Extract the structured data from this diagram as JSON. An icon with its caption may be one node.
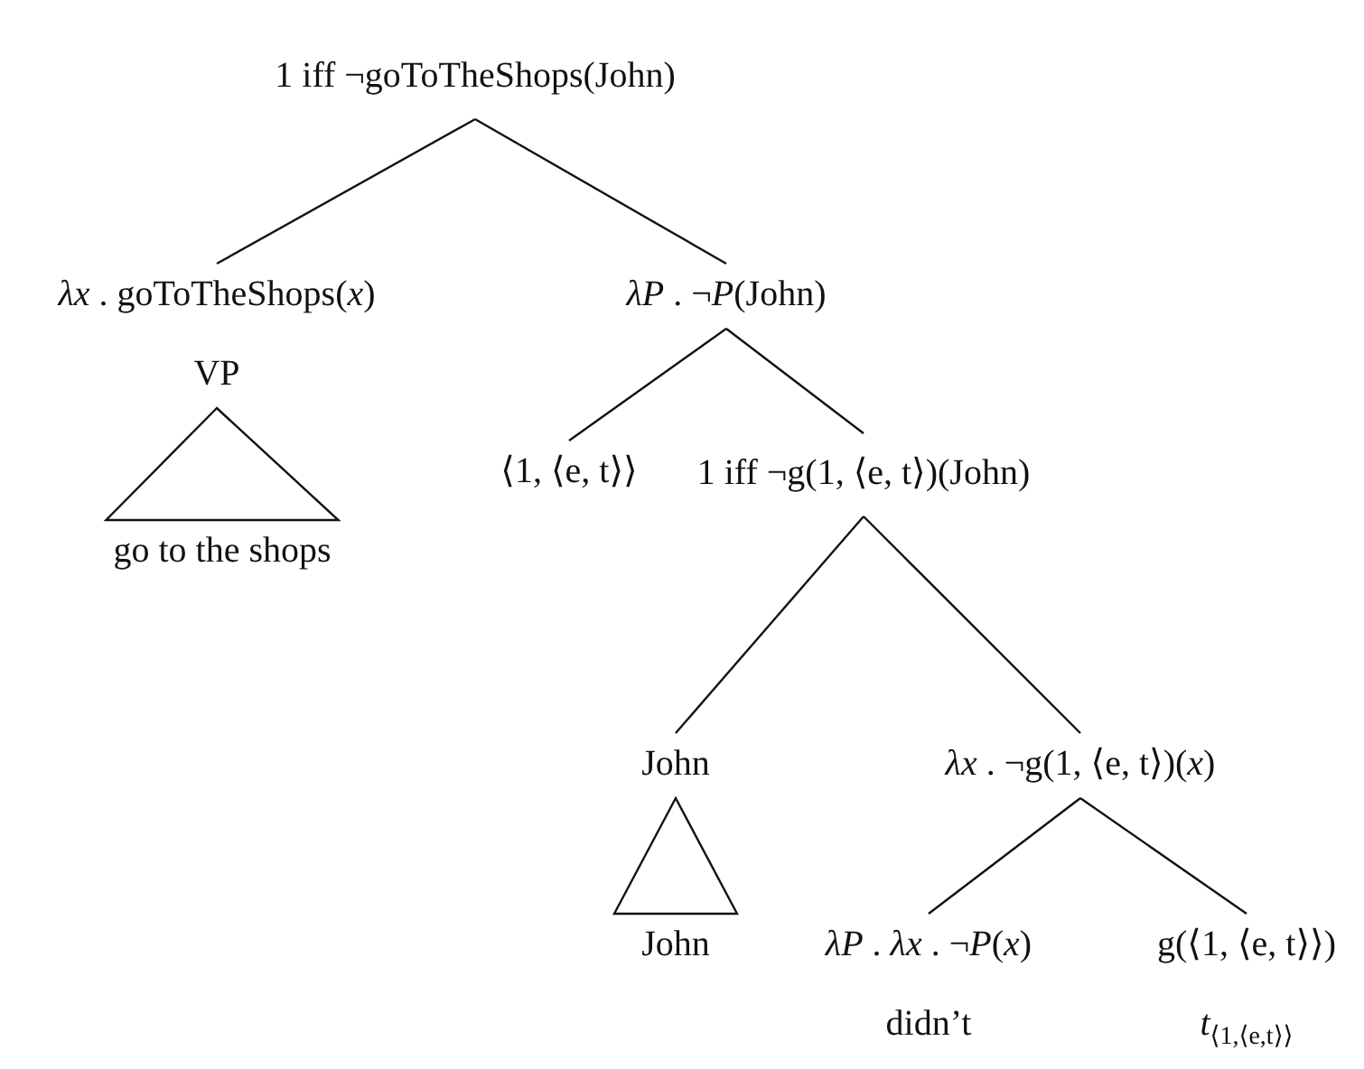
{
  "diagram": {
    "nodes": [
      {
        "text": [
          "1 iff ¬goToTheShops(John)"
        ]
      },
      {
        "text": [
          "*λx* . goToTheShops(*x*)",
          "VP"
        ]
      },
      {
        "text": [
          "go to the shops"
        ]
      },
      {
        "text": [
          "*λP* . ¬*P*(John)"
        ]
      },
      {
        "text": [
          "⟨1, ⟨e, t⟩⟩"
        ]
      },
      {
        "text": [
          "1 iff ¬g(1, ⟨e, t⟩)(John)"
        ]
      },
      {
        "text": [
          "John"
        ]
      },
      {
        "text": [
          "John"
        ]
      },
      {
        "text": [
          "*λx* . ¬g(1, ⟨e, t⟩)(*x*)"
        ]
      },
      {
        "text": [
          "*λP* . *λx* . ¬*P*(*x*)",
          "didn’t"
        ]
      },
      {
        "text": [
          "g(⟨1, ⟨e, t⟩⟩)",
          "*t*$_{⟨1,⟨e,t⟩⟩}$"
        ]
      }
    ],
    "edges": [
      {
        "from": 0,
        "to": 1,
        "arrow": "none"
      },
      {
        "from": 0,
        "to": 3,
        "arrow": "none"
      },
      {
        "from": 1,
        "to": 2,
        "arrow": "none"
      },
      {
        "from": 3,
        "to": 4,
        "arrow": "none"
      },
      {
        "from": 3,
        "to": 5,
        "arrow": "none"
      },
      {
        "from": 5,
        "to": 6,
        "arrow": "none"
      },
      {
        "from": 5,
        "to": 8,
        "arrow": "none"
      },
      {
        "from": 6,
        "to": 7,
        "arrow": "none"
      },
      {
        "from": 8,
        "to": 9,
        "arrow": "none"
      },
      {
        "from": 8,
        "to": 10,
        "arrow": "none"
      }
    ]
  }
}
